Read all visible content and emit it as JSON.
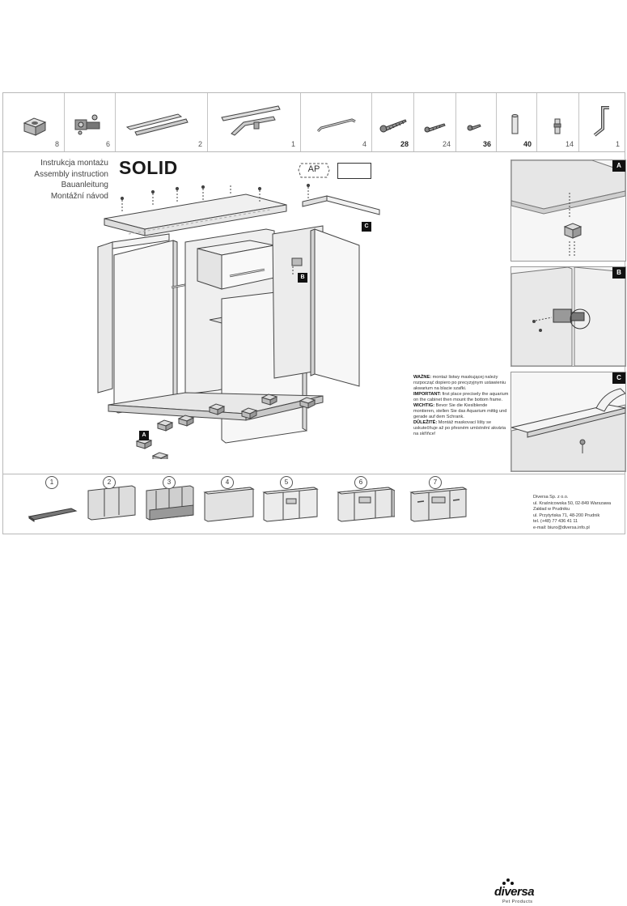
{
  "parts": [
    {
      "icon": "foot-block-icon",
      "qty": "8"
    },
    {
      "icon": "hinge-icon",
      "qty": "6"
    },
    {
      "icon": "drawer-slide-icon",
      "qty": "2"
    },
    {
      "icon": "slide-rail-icon",
      "qty": "1"
    },
    {
      "icon": "handle-icon",
      "qty": "4"
    },
    {
      "icon": "long-screw-icon",
      "qty": "28"
    },
    {
      "icon": "screw-icon",
      "qty": "24"
    },
    {
      "icon": "short-screw-icon",
      "qty": "36"
    },
    {
      "icon": "dowel-icon",
      "qty": "40"
    },
    {
      "icon": "connector-pin-icon",
      "qty": "14"
    },
    {
      "icon": "allen-key-icon",
      "qty": "1"
    }
  ],
  "titles": [
    "Instrukcja montażu",
    "Assembly instruction",
    "Bauanleitung",
    "Montážní návod"
  ],
  "product_name": "SOLID",
  "ap_label": "AP",
  "callouts": {
    "a": "A",
    "b": "B",
    "c": "C"
  },
  "warning": {
    "pl_head": "WAŻNE:",
    "pl_text": " montaż listwy maskującej należy rozpocząć dopiero po precyzyjnym ustawieniu akwarium na blacie szafki.",
    "en_head": "IMPORTANT:",
    "en_text": " first place precisely the aquarium on the cabinet then mount the bottom frame.",
    "de_head": "WICHTIG:",
    "de_text": " Bevor Sie die Kieslblende montieren, stellen Sie das Aquarium mittig und gerade auf dem Schrank.",
    "cz_head": "DŮLEŽITÉ:",
    "cz_text": " Montáž maskovací lišty se uskutečňuje až po přesném umístnění akvária na skříňce!"
  },
  "steps": [
    "1",
    "2",
    "3",
    "4",
    "5",
    "6",
    "7"
  ],
  "company": {
    "name": "Diversa Sp. z o.o.",
    "address": "ul. Kraśnicowska 50, 02-849 Warszawa",
    "plant": "Zakład w Prudniku",
    "plant_address": "ul. Przytyńska 71, 48-200 Prudnik",
    "phone": "tel. (+48) 77 436 41 11",
    "email": "e-mail: biuro@diversa.info.pl"
  },
  "logo": {
    "brand": "diversa",
    "sub": "Pet Products"
  }
}
